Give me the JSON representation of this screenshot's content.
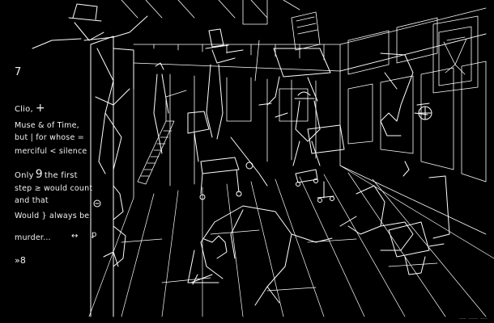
{
  "page": {
    "number": "7",
    "verse_lines": [
      {
        "text": "Clio, ",
        "glyph": "+"
      },
      {
        "text": "Muse & of Time,"
      },
      {
        "text": "but | for whose ="
      },
      {
        "text": "merciful < silence"
      },
      {
        "pre": "Only ",
        "glyph": "9",
        "post": " the first"
      },
      {
        "text": "step ≥ would count"
      },
      {
        "text": "and that"
      },
      {
        "text": "Would } always be"
      },
      {
        "text": "murder..."
      }
    ],
    "nav_arrows": "↔",
    "key_glyph": "ꝑ",
    "next_link": "»8",
    "credit": "——— ———— ———"
  },
  "colors": {
    "background": "#000000",
    "ink": "#ffffff",
    "text": "#f2f2f2"
  },
  "icons": {
    "nav": "left-right-arrow-icon",
    "key": "key-icon",
    "next": "double-chevron-right-icon"
  }
}
